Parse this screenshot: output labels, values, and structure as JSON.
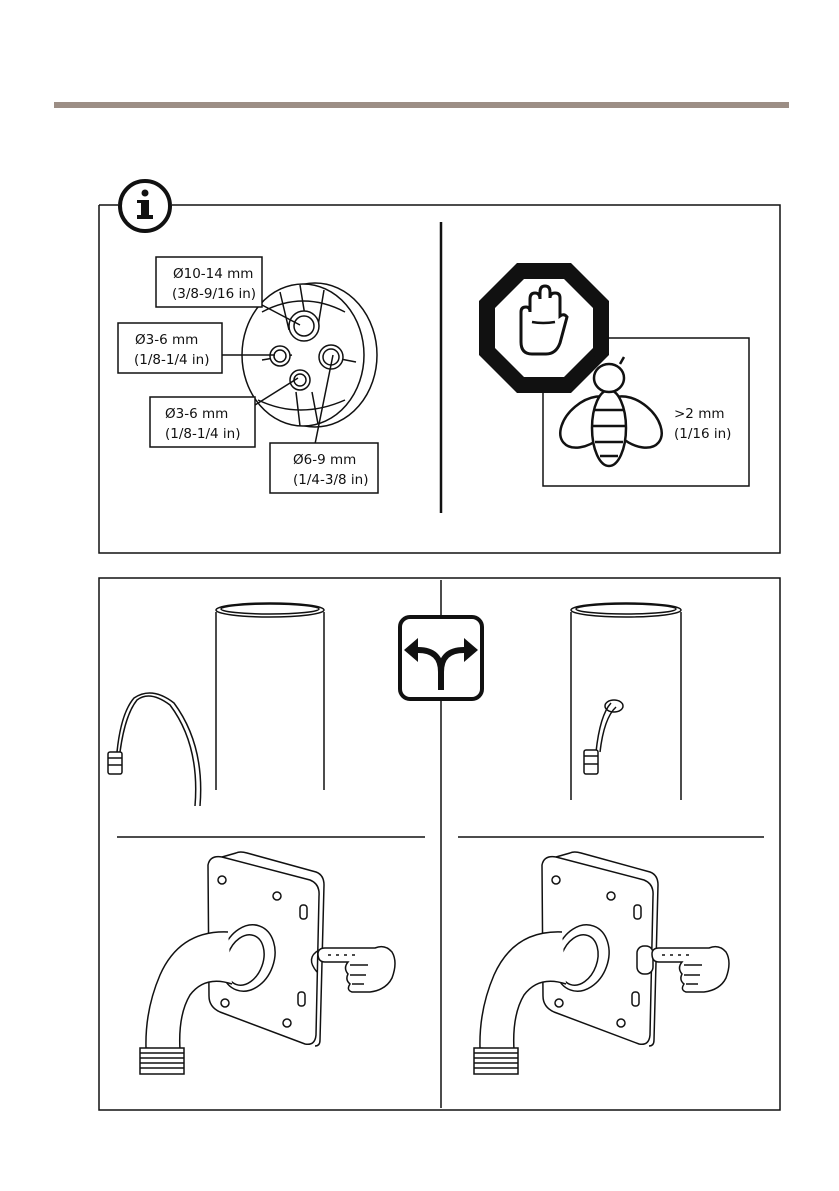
{
  "diameters": {
    "d1_mm": "Ø10-14 mm",
    "d1_in": "(3/8-9/16 in)",
    "d2_mm": "Ø3-6 mm",
    "d2_in": "(1/8-1/4 in)",
    "d3_mm": "Ø3-6 mm",
    "d3_in": "(1/8-1/4 in)",
    "d4_mm": "Ø6-9 mm",
    "d4_in": "(1/4-3/8 in)"
  },
  "insect_gap": {
    "mm": ">2 mm",
    "in": "(1/16 in)"
  },
  "icons": {
    "info": "info-icon",
    "stop": "stop-hand-icon",
    "insect": "bee-icon",
    "branch": "fork-arrows-icon",
    "pointing": "pointing-hand-icon"
  },
  "colors": {
    "header_bar": "#9c8e85",
    "line": "#111111"
  }
}
